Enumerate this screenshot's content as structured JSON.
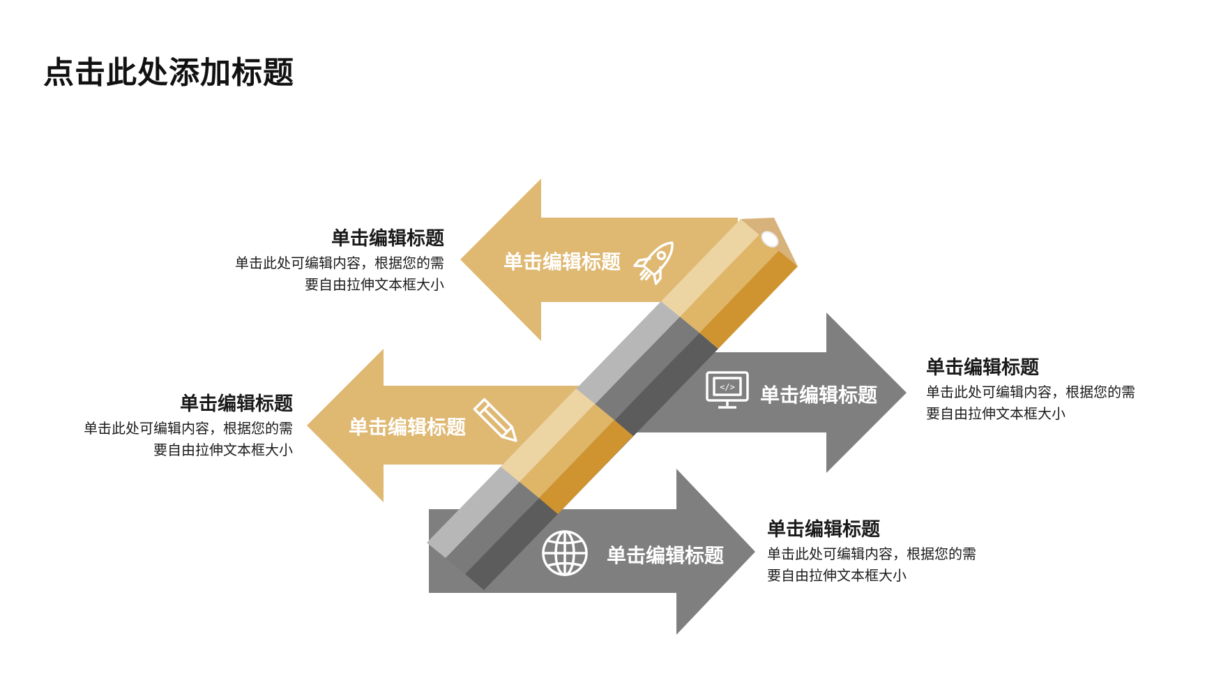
{
  "title": "点击此处添加标题",
  "colors": {
    "gold": "#DFB872",
    "gray": "#7F7F7F",
    "pencil_light_gray": "#B7B7B7",
    "pencil_mid_gray": "#7A7A7A",
    "pencil_dark_gray": "#5C5C5C",
    "pencil_light_gold": "#EDD4A3",
    "pencil_mid_gold": "#DFB568",
    "pencil_dark_gold": "#CF9430"
  },
  "arrows": [
    {
      "label": "单击编辑标题",
      "icon": "rocket-icon"
    },
    {
      "label": "单击编辑标题",
      "icon": "pencil-icon"
    },
    {
      "label": "单击编辑标题",
      "icon": "monitor-code-icon"
    },
    {
      "label": "单击编辑标题",
      "icon": "globe-icon"
    }
  ],
  "items": [
    {
      "heading": "单击编辑标题",
      "desc_line1": "单击此处可编辑内容，根据您的需",
      "desc_line2": "要自由拉伸文本框大小"
    },
    {
      "heading": "单击编辑标题",
      "desc_line1": "单击此处可编辑内容，根据您的需",
      "desc_line2": "要自由拉伸文本框大小"
    },
    {
      "heading": "单击编辑标题",
      "desc_line1": "单击此处可编辑内容，根据您的需",
      "desc_line2": "要自由拉伸文本框大小"
    },
    {
      "heading": "单击编辑标题",
      "desc_line1": "单击此处可编辑内容，根据您的需",
      "desc_line2": "要自由拉伸文本框大小"
    }
  ]
}
